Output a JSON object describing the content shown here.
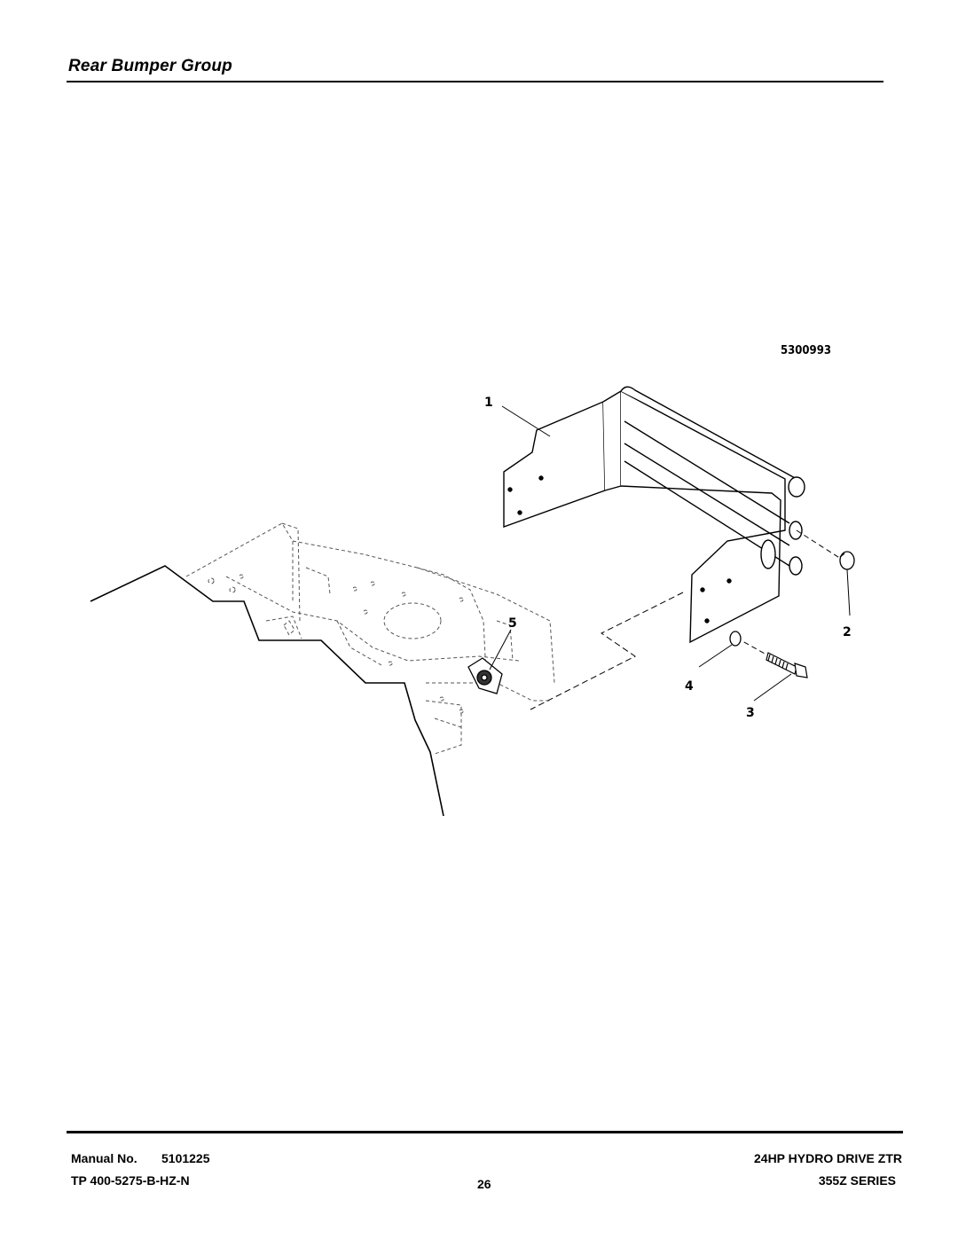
{
  "header": {
    "title": "Rear Bumper Group"
  },
  "diagram": {
    "reference_number": "5300993",
    "callouts": [
      "1",
      "2",
      "3",
      "4",
      "5"
    ]
  },
  "footer": {
    "manual_label": "Manual No.",
    "manual_number": "5101225",
    "tp_code": "TP 400-5275-B-HZ-N",
    "page_number": "26",
    "model": "24HP HYDRO DRIVE ZTR",
    "series": "355Z SERIES"
  }
}
